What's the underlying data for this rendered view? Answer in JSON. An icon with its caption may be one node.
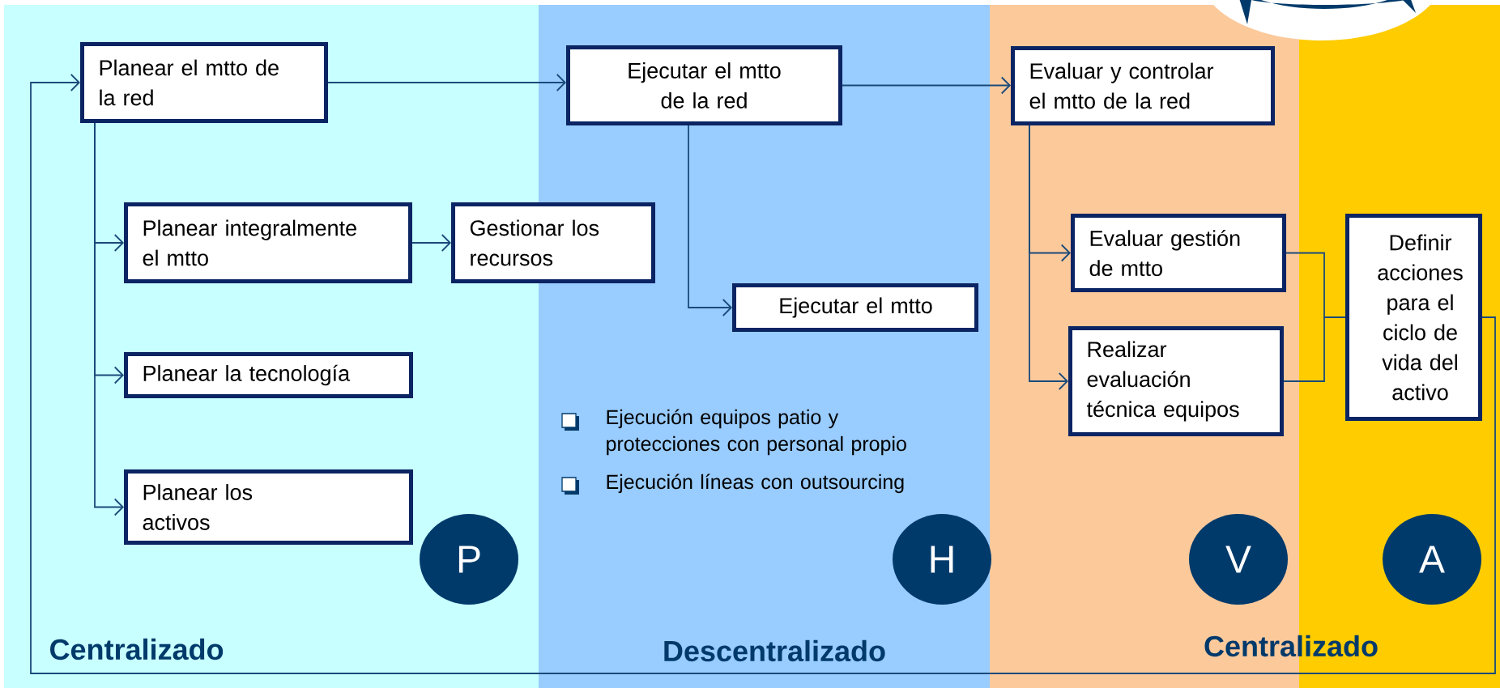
{
  "diagram": {
    "nodes": [
      {
        "text": [
          "Planear el mtto de la red"
        ]
      },
      {
        "text": [
          "Ejecutar el mtto de la red"
        ]
      },
      {
        "text": [
          "Evaluar y controlar el mtto de la red"
        ]
      },
      {
        "text": [
          "Planear integralmente el mtto"
        ]
      },
      {
        "text": [
          "Gestionar los recursos"
        ]
      },
      {
        "text": [
          "Planear la tecnología"
        ]
      },
      {
        "text": [
          "Planear los activos"
        ]
      },
      {
        "text": [
          "Ejecutar el mtto"
        ]
      },
      {
        "text": [
          "Evaluar gestión de mtto"
        ]
      },
      {
        "text": [
          "Realizar evaluación técnica equipos"
        ]
      },
      {
        "text": [
          "Definir acciones para el ciclo de vida del activo"
        ]
      },
      {
        "text": [
          "P"
        ]
      },
      {
        "text": [
          "H"
        ]
      },
      {
        "text": [
          "V"
        ]
      },
      {
        "text": [
          "A"
        ]
      }
    ],
    "edges": [
      {
        "from": 0,
        "to": 1,
        "arrow": "to"
      },
      {
        "from": 1,
        "to": 2,
        "arrow": "to"
      },
      {
        "from": 0,
        "to": 3,
        "arrow": "to"
      },
      {
        "from": 0,
        "to": 5,
        "arrow": "to"
      },
      {
        "from": 0,
        "to": 6,
        "arrow": "to"
      },
      {
        "from": 3,
        "to": 4,
        "arrow": "to"
      },
      {
        "from": 1,
        "to": 7,
        "arrow": "to"
      },
      {
        "from": 2,
        "to": 8,
        "arrow": "to"
      },
      {
        "from": 2,
        "to": 9,
        "arrow": "to"
      },
      {
        "from": 8,
        "to": 10,
        "arrow": "none"
      },
      {
        "from": 9,
        "to": 10,
        "arrow": "none"
      },
      {
        "from": 10,
        "to": 0,
        "arrow": "to"
      }
    ],
    "labels": [
      "Ejecución equipos patio y protecciones con personal propio",
      "Ejecución líneas con outsourcing",
      "Centralizado",
      "Descentralizado",
      "Centralizado"
    ]
  }
}
